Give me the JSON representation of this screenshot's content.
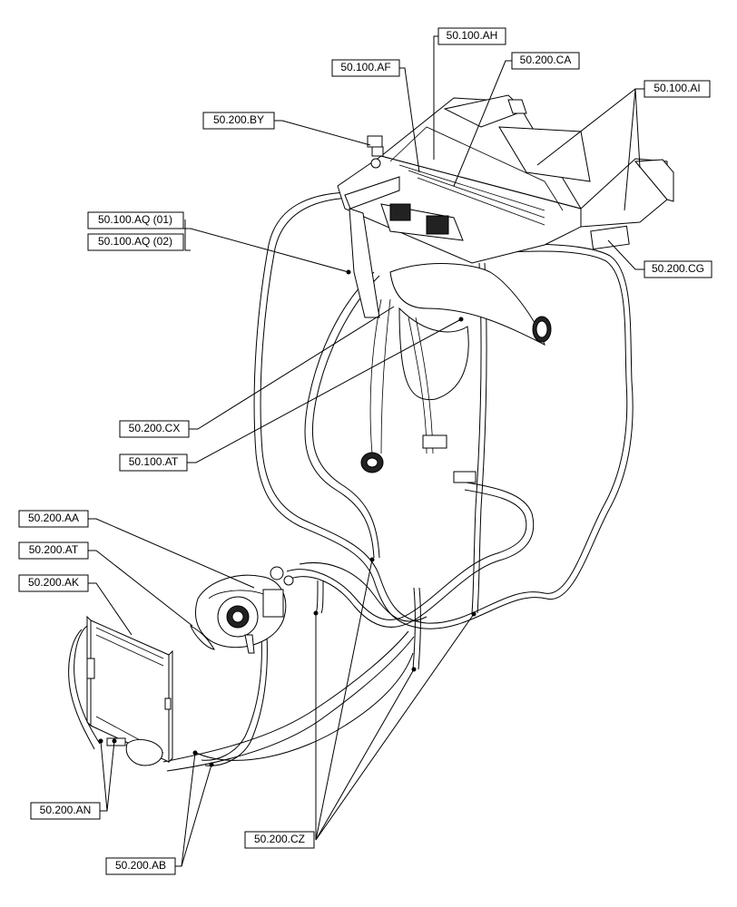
{
  "diagram": {
    "callouts": {
      "ah": "50.100.AH",
      "af": "50.100.AF",
      "ca": "50.200.CA",
      "ai": "50.100.AI",
      "by": "50.200.BY",
      "aq01": "50.100.AQ (01)",
      "aq02": "50.100.AQ (02)",
      "cg": "50.200.CG",
      "cx": "50.200.CX",
      "at100": "50.100.AT",
      "aa": "50.200.AA",
      "at200": "50.200.AT",
      "ak": "50.200.AK",
      "an": "50.200.AN",
      "ab": "50.200.AB",
      "cz": "50.200.CZ"
    },
    "colors": {
      "line": "#000000",
      "background": "#ffffff"
    }
  }
}
